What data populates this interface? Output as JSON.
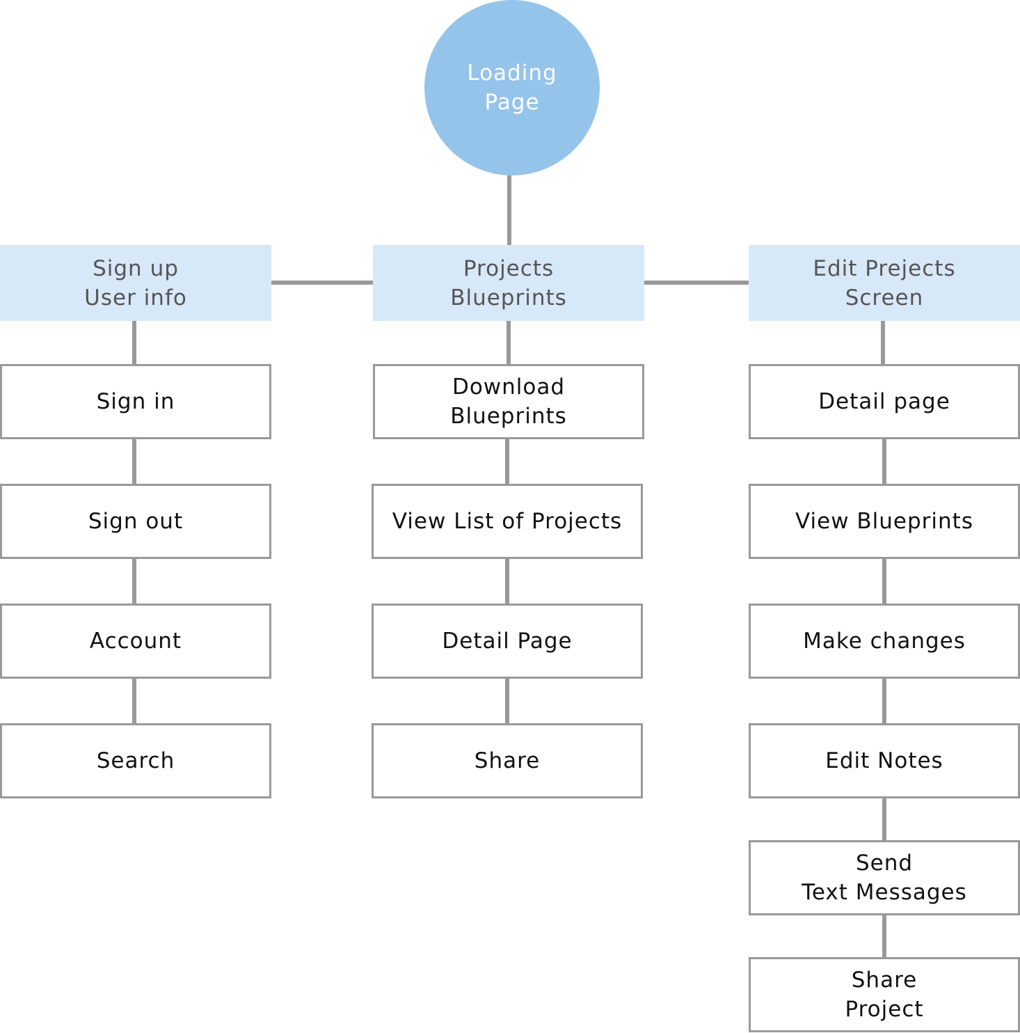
{
  "diagram": {
    "root": {
      "label": "Loading\nPage"
    },
    "columns": [
      {
        "category": "Sign up\nUser info",
        "items": [
          "Sign in",
          "Sign out",
          "Account",
          "Search"
        ]
      },
      {
        "category": "Projects\nBlueprints",
        "items": [
          "Download\nBlueprints",
          "View List of Projects",
          "Detail Page",
          "Share"
        ]
      },
      {
        "category": "Edit Prejects\nScreen",
        "items": [
          "Detail page",
          "View Blueprints",
          "Make changes",
          "Edit Notes",
          "Send\nText Messages",
          "Share\nProject"
        ]
      }
    ]
  },
  "colors": {
    "root_fill": "#95c4ea",
    "category_fill": "#d7e8f8",
    "node_border": "#999999",
    "connector": "#999999"
  }
}
